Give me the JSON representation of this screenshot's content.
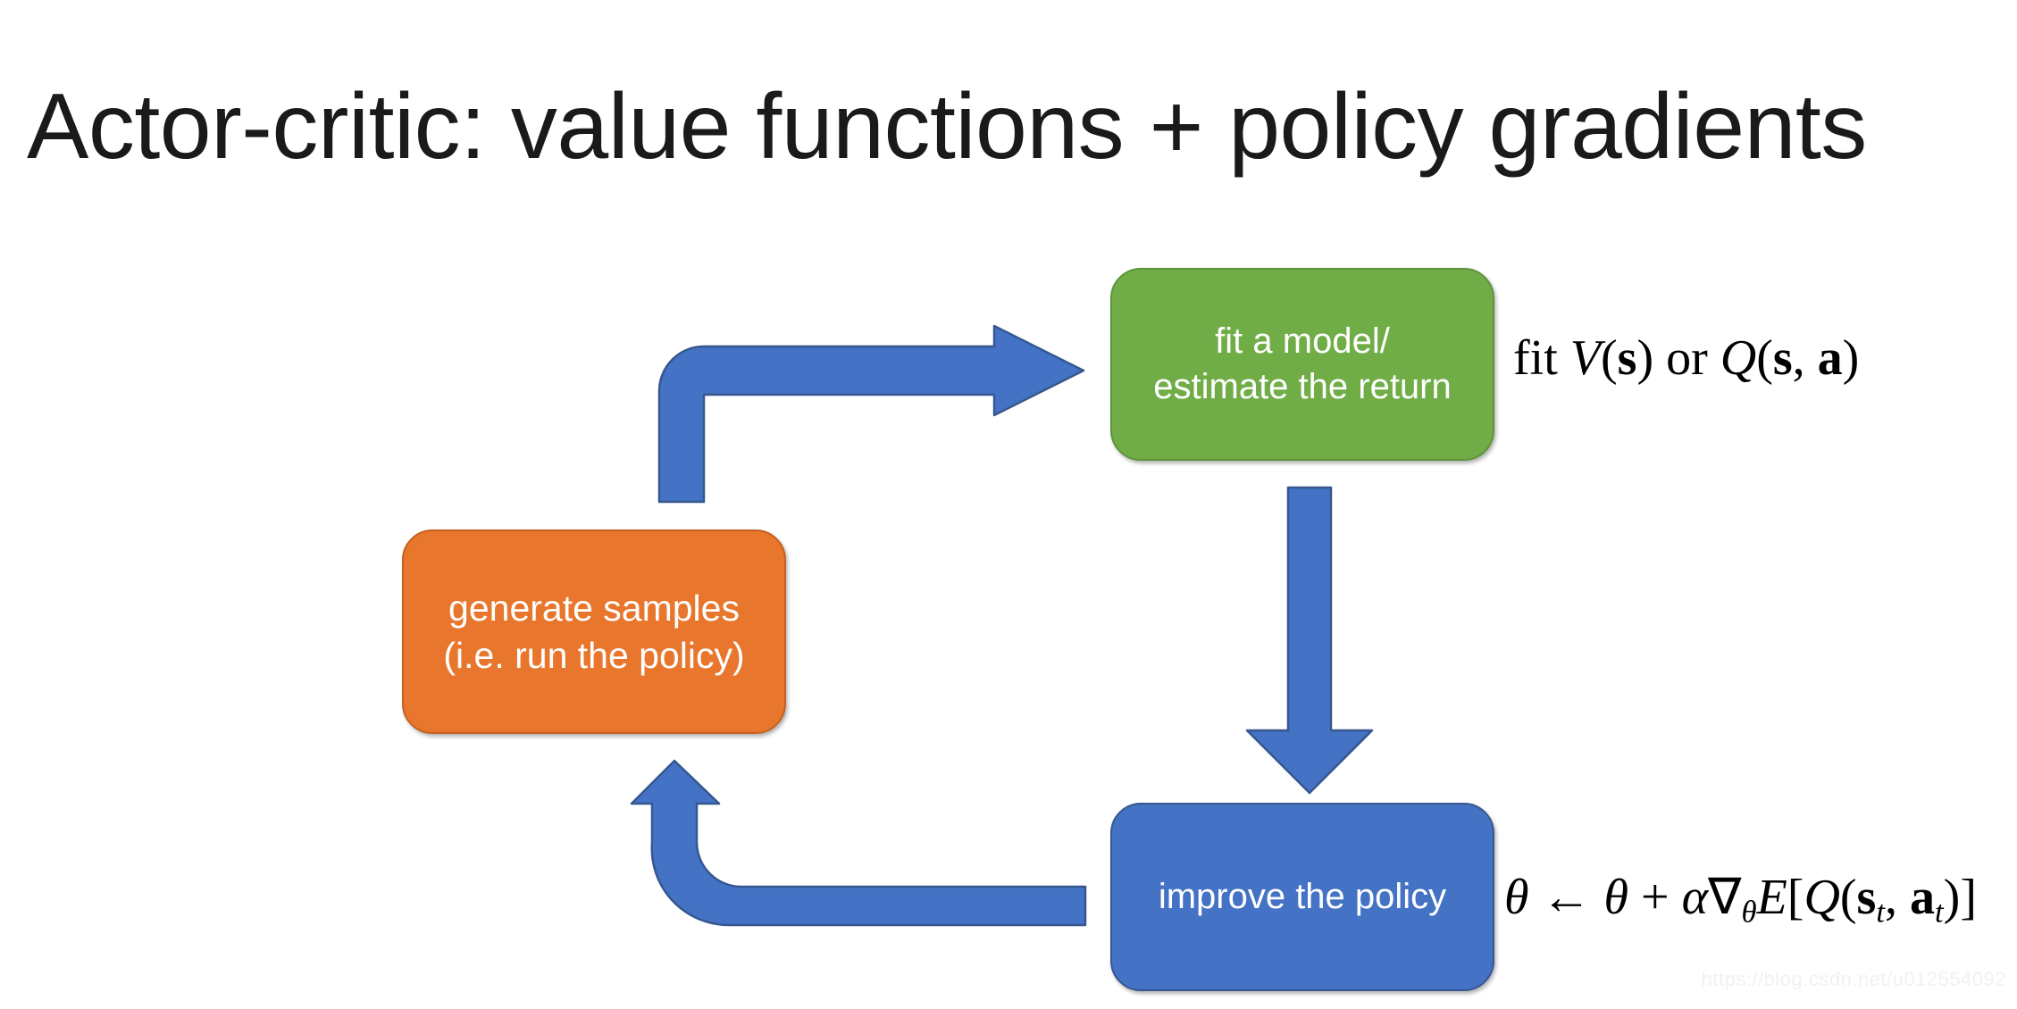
{
  "slide": {
    "title": "Actor-critic: value functions + policy gradients",
    "background_color": "#ffffff",
    "watermark": "https://blog.csdn.net/u012554092"
  },
  "diagram": {
    "type": "cycle-flowchart",
    "nodes": [
      {
        "id": "fit-model",
        "label": "fit a model/\nestimate the return",
        "color": "#70AD47",
        "border_color": "#5e9339",
        "text_color": "#ffffff"
      },
      {
        "id": "generate-samples",
        "label": "generate samples\n(i.e. run the policy)",
        "color": "#E8762C",
        "border_color": "#c4611f",
        "text_color": "#ffffff"
      },
      {
        "id": "improve-policy",
        "label": "improve the policy",
        "color": "#4472C4",
        "border_color": "#36578f",
        "text_color": "#ffffff"
      }
    ],
    "arrows": [
      {
        "id": "samples-to-fit",
        "from": "generate-samples",
        "to": "fit-model",
        "shape": "elbow-up-right",
        "color": "#4472C4"
      },
      {
        "id": "fit-to-improve",
        "from": "fit-model",
        "to": "improve-policy",
        "shape": "straight-down",
        "color": "#4472C4"
      },
      {
        "id": "improve-to-samples",
        "from": "improve-policy",
        "to": "generate-samples",
        "shape": "elbow-left-up",
        "color": "#4472C4"
      }
    ]
  },
  "annotations": {
    "fit_formula": {
      "plain": "fit V(s) or Q(s, a)",
      "lead": "fit",
      "value_fn": "V",
      "state_symbol": "s",
      "connector": "or",
      "q_fn": "Q",
      "action_symbol": "a"
    },
    "improve_formula": {
      "plain": "θ ← θ + α∇θ E[Q(s_t, a_t)]",
      "theta": "θ",
      "arrow": "←",
      "plus": "+",
      "alpha": "α",
      "nabla": "∇",
      "expectation": "E",
      "q_fn": "Q",
      "state_symbol": "s",
      "action_symbol": "a",
      "time_index": "t"
    }
  }
}
